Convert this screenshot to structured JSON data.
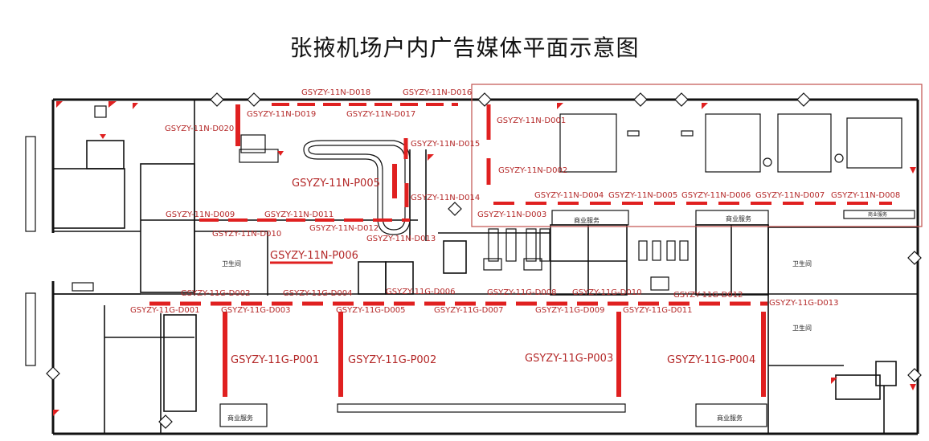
{
  "title": "张掖机场户内广告媒体平面示意图",
  "colors": {
    "ad_red": "#e02020",
    "label_red": "#b42828",
    "wall": "#111111",
    "highlight_box": "#c0504d"
  },
  "rooms": {
    "toilet": "卫生间",
    "service": "商业服务",
    "service_small": "商业服务"
  },
  "labels": {
    "d001": "GSYZY-11N-D001",
    "d002": "GSYZY-11N-D002",
    "d003": "GSYZY-11N-D003",
    "d004": "GSYZY-11N-D004",
    "d005": "GSYZY-11N-D005",
    "d006": "GSYZY-11N-D006",
    "d007": "GSYZY-11N-D007",
    "d008": "GSYZY-11N-D008",
    "d009": "GSYZY-11N-D009",
    "d010": "GSYZY-11N-D010",
    "d011": "GSYZY-11N-D011",
    "d012": "GSYZY-11N-D012",
    "d013": "GSYZY-11N-D013",
    "d014": "GSYZY-11N-D014",
    "d015": "GSYZY-11N-D015",
    "d016": "GSYZY-11N-D016",
    "d017": "GSYZY-11N-D017",
    "d018": "GSYZY-11N-D018",
    "d019": "GSYZY-11N-D019",
    "d020": "GSYZY-11N-D020",
    "p005": "GSYZY-11N-P005",
    "p006": "GSYZY-11N-P006",
    "g001": "GSYZY-11G-D001",
    "g002": "GSYZY-11G-D002",
    "g003": "GSYZY-11G-D003",
    "g004": "GSYZY-11G-D004",
    "g005": "GSYZY-11G-D005",
    "g006": "GSYZY-11G-D006",
    "g007": "GSYZY-11G-D007",
    "g008": "GSYZY-11G-D008",
    "g009": "GSYZY-11G-D009",
    "g010": "GSYZY-11G-D010",
    "g011": "GSYZY-11G-D011",
    "g012": "GSYZY-11G-D012",
    "g013": "GSYZY-11G-D013",
    "gp001": "GSYZY-11G-P001",
    "gp002": "GSYZY-11G-P002",
    "gp003": "GSYZY-11G-P003",
    "gp004": "GSYZY-11G-P004"
  }
}
